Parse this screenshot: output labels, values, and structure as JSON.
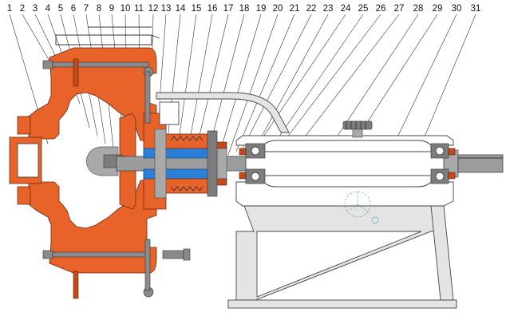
{
  "callout_labels": [
    "1",
    "2",
    "3",
    "4",
    "5",
    "6",
    "7",
    "8",
    "9",
    "10",
    "11",
    "12",
    "13",
    "14",
    "15",
    "16",
    "17",
    "18",
    "19",
    "20",
    "21",
    "22",
    "23",
    "24",
    "25",
    "26",
    "27",
    "28",
    "29",
    "30",
    "31"
  ],
  "colors": {
    "casing": "#e8632a",
    "shaft_sleeve": "#2c7fd6",
    "steel": "#a9a9a9",
    "frame": "#e4e4e4"
  },
  "icons": [
    "handwheel-icon",
    "impeller-icon",
    "bearing-icon"
  ]
}
